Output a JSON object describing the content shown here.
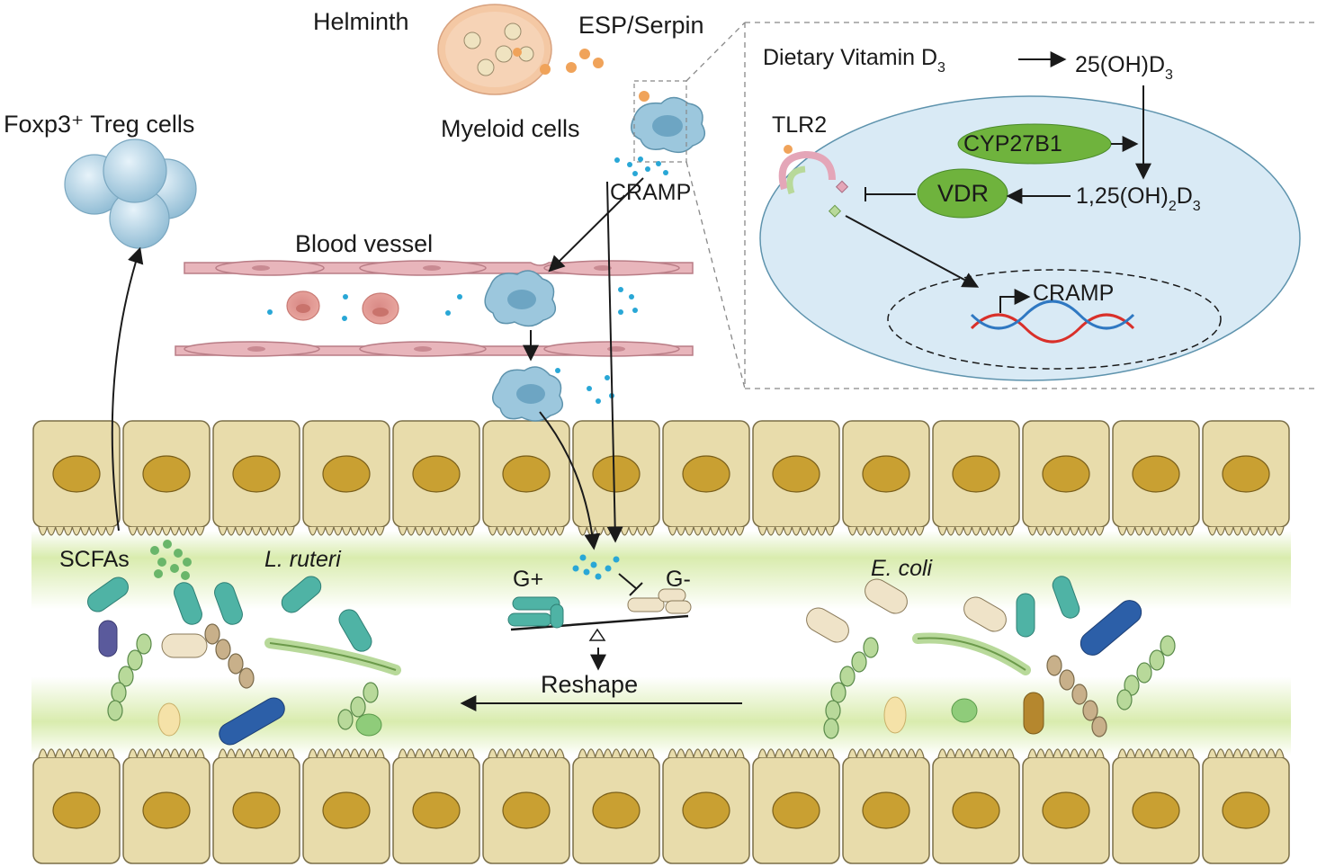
{
  "labels": {
    "helminth": "Helminth",
    "esp_serpin": "ESP/Serpin",
    "myeloid_cells": "Myeloid cells",
    "cramp_top": "CRAMP",
    "foxp3_treg": "Foxp3⁺ Treg cells",
    "blood_vessel": "Blood vessel",
    "scfas": "SCFAs",
    "l_ruteri": "L. ruteri",
    "e_coli": "E. coli",
    "g_plus": "G+",
    "g_minus": "G-",
    "reshape": "Reshape"
  },
  "inset": {
    "dietary": "Dietary Vitamin D",
    "dietary_sub": "3",
    "oh25_a": "25(OH)D",
    "oh25_sub": "3",
    "tlr2": "TLR2",
    "cyp": "CYP27B1",
    "vdr": "VDR",
    "d125_a": "1,25(OH)",
    "d125_sub1": "2",
    "d125_b": "D",
    "d125_sub2": "3",
    "cramp_gene": "CRAMP"
  },
  "colors": {
    "epithelium": "#e8dcab",
    "nucleus": "#c9a032",
    "myeloid": "#9cc7dd",
    "cramp_dot": "#29a7d6",
    "vessel": "#e7b3ba",
    "lumen_green": "#cfe69a",
    "inset_cell": "#d9eaf5",
    "vdr_green": "#6fb33d",
    "bacteria_teal": "#4fb3a5",
    "bacteria_blue": "#2c5fa8"
  }
}
